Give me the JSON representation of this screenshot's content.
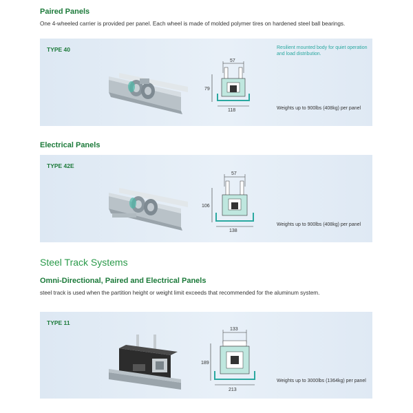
{
  "paired": {
    "heading": "Paired Panels",
    "description": "One 4-wheeled carrier is provided per panel. Each wheel is made of molded polymer tires on hardened steel ball bearings.",
    "type_label": "TYPE 40",
    "note": "Resilient mounted body for quiet operation and load distribution.",
    "dims": {
      "top": "57",
      "side": "79",
      "bottom": "118"
    },
    "weight": "Weights up to 900lbs (408kg) per panel"
  },
  "electrical": {
    "heading": "Electrical Panels",
    "type_label": "TYPE 42E",
    "dims": {
      "top": "57",
      "side": "106",
      "bottom": "138"
    },
    "weight": "Weights up to 900lbs (408kg) per panel"
  },
  "steel": {
    "section_title": "Steel Track Systems",
    "heading": "Omni-Directional, Paired and Electrical Panels",
    "description": "steel track is used when the partition height or weight limit exceeds that recommended for the aluminum system.",
    "type_label": "TYPE 11",
    "dims": {
      "top": "133",
      "side": "189",
      "bottom": "213"
    },
    "weight": "Weights up to 3000lbs (1364kg) per panel"
  },
  "colors": {
    "accent_green": "#1c7a3a",
    "section_green": "#2a9a4a",
    "note_teal": "#2aa8a0",
    "panel_bg": "#e3ecf6"
  }
}
